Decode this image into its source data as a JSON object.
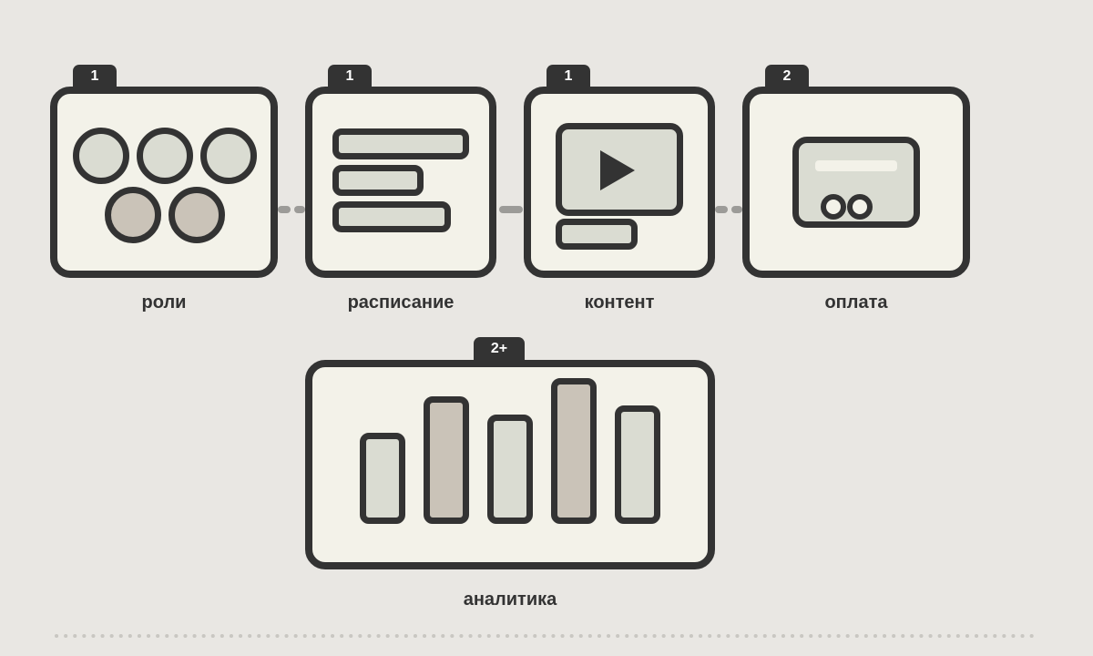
{
  "colors": {
    "background": "#e9e7e3",
    "card": "#f3f2e9",
    "outline": "#333333",
    "green_fill": "#dadcd2",
    "taupe_fill": "#cac3b8",
    "connector": "#9c9b98"
  },
  "steps": [
    {
      "badge": "1",
      "label": "роли",
      "icon": "people-circles-icon"
    },
    {
      "badge": "1",
      "label": "расписание",
      "icon": "schedule-bars-icon"
    },
    {
      "badge": "1",
      "label": "контент",
      "icon": "video-play-icon"
    },
    {
      "badge": "2",
      "label": "оплата",
      "icon": "payment-card-icon"
    },
    {
      "badge": "2+",
      "label": "аналитика",
      "icon": "bar-chart-icon"
    }
  ]
}
